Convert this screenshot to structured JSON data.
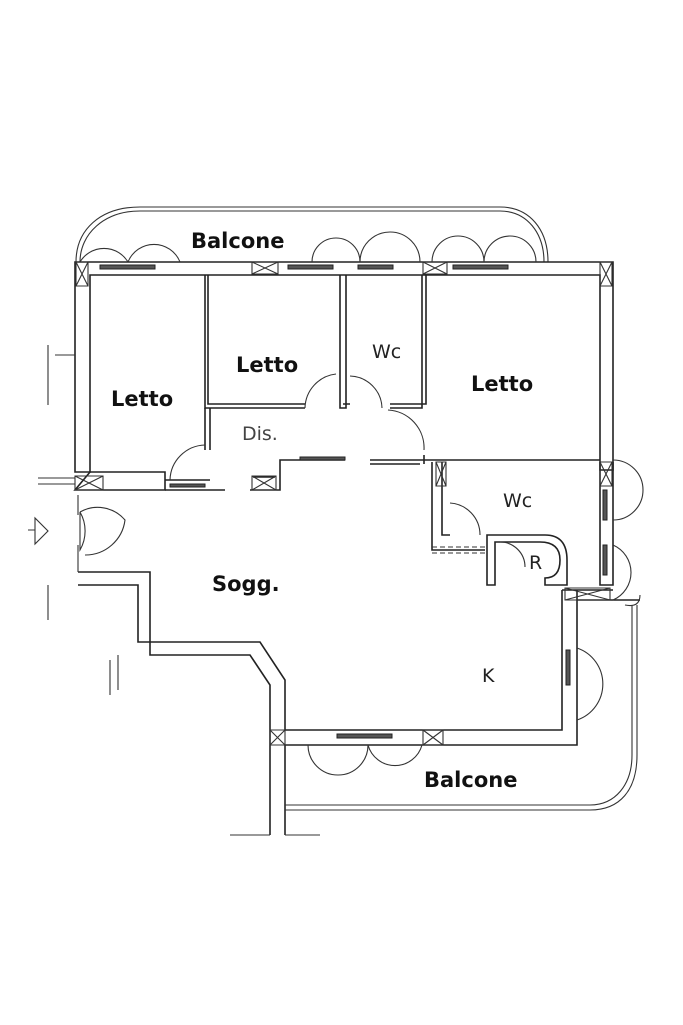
{
  "plan": {
    "rooms": {
      "balcone_top": "Balcone",
      "letto_left": "Letto",
      "letto_middle": "Letto",
      "wc_top": "Wc",
      "letto_right": "Letto",
      "disimpegno": "Dis.",
      "wc_right": "Wc",
      "soggiorno": "Sogg.",
      "ripostiglio": "R",
      "cucina": "K",
      "balcone_bottom": "Balcone"
    },
    "colors": {
      "line": "#222222",
      "background": "#ffffff"
    }
  }
}
